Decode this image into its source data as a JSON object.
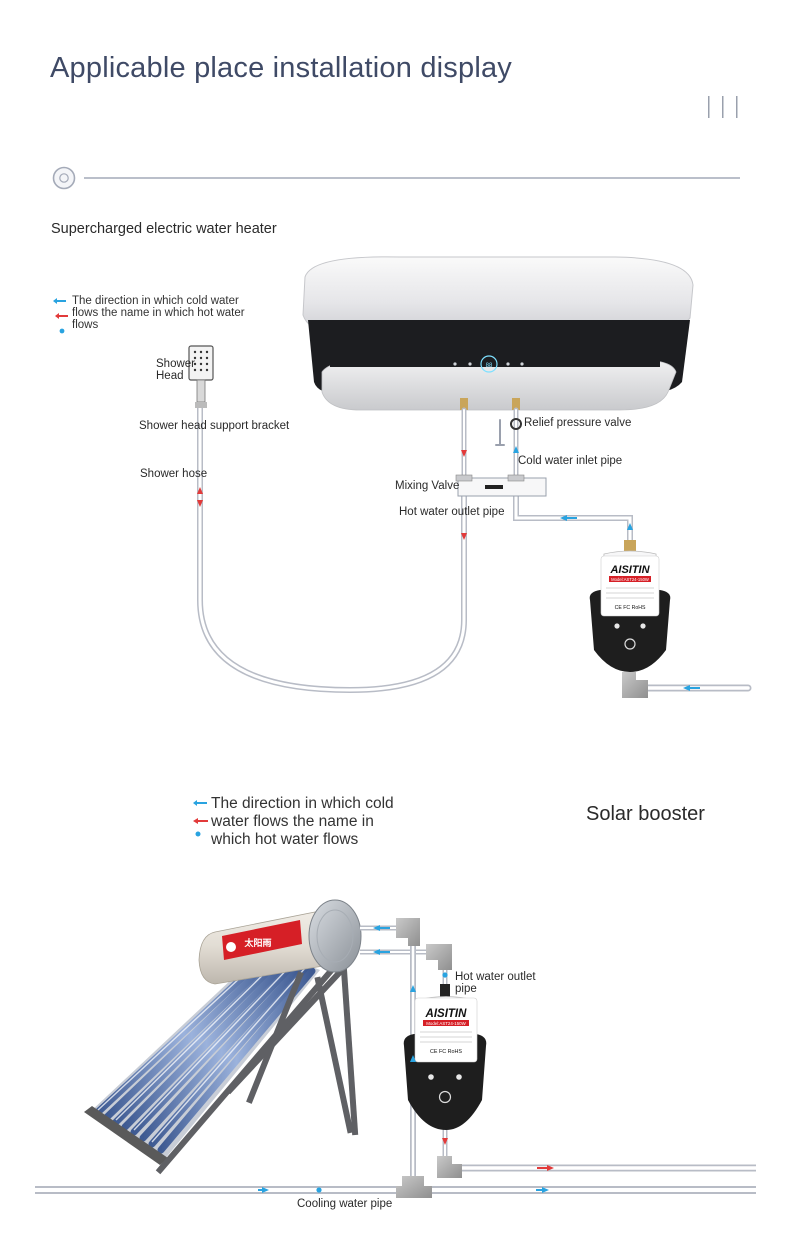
{
  "page_title": "Applicable place installation display",
  "section1": {
    "title": "Supercharged electric water heater",
    "legend": {
      "cold_label": "The direction in which cold water flows the name in which hot water flows"
    },
    "labels": {
      "shower_head": "Shower Head",
      "shower_bracket": "Shower head support bracket",
      "shower_hose": "Shower hose",
      "relief_valve": "Relief pressure valve",
      "cold_inlet": "Cold water inlet pipe",
      "mixing_valve": "Mixing Valve",
      "hot_outlet": "Hot water outlet pipe"
    }
  },
  "section2": {
    "title": "Solar booster",
    "legend": {
      "cold_label": "The direction in which cold water flows the name in which hot water flows"
    },
    "labels": {
      "hot_outlet": "Hot water outlet pipe",
      "cooling_pipe": "Cooling water pipe"
    }
  },
  "pump": {
    "brand": "AISITIN",
    "model": "Model:AST24-150W",
    "certifications": "CE FC RoHS"
  },
  "colors": {
    "title": "#3f4a66",
    "cold_flow": "#29a3e0",
    "hot_flow": "#e23a3a",
    "pipe": "#b8bcc6",
    "pump_body": "#1e1e1e",
    "brand_red": "#d61f26"
  }
}
